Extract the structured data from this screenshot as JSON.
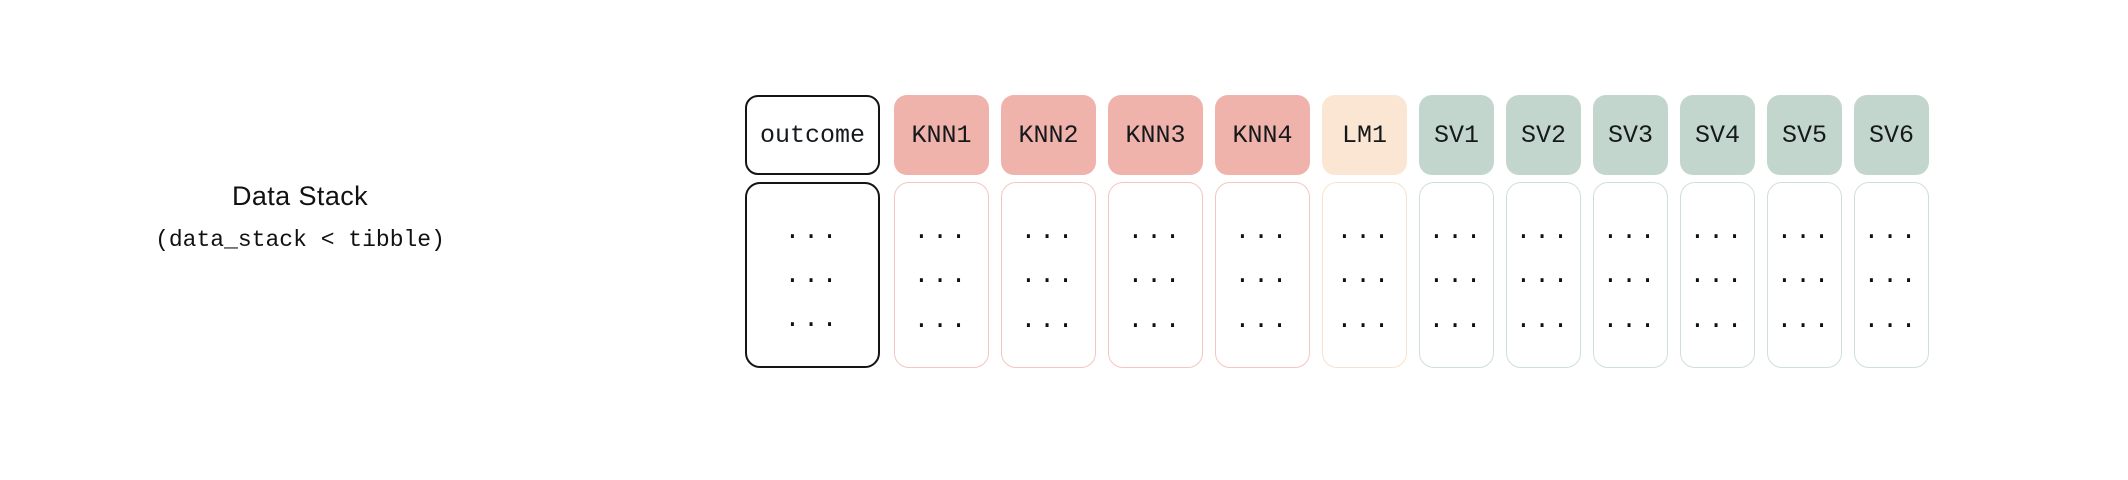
{
  "caption": {
    "title": "Data Stack",
    "subtitle": "(data_stack < tibble)"
  },
  "table": {
    "row_ellipsis": "...",
    "row_count": 3,
    "columns": [
      {
        "label": "outcome",
        "kind": "outcome",
        "fill": "#ffffff",
        "border": "#141414"
      },
      {
        "label": "KNN1",
        "kind": "knn",
        "fill": "#efb3ab",
        "border": "#f4c6bf"
      },
      {
        "label": "KNN2",
        "kind": "knn",
        "fill": "#efb3ab",
        "border": "#f4c6bf"
      },
      {
        "label": "KNN3",
        "kind": "knn",
        "fill": "#efb3ab",
        "border": "#f4c6bf"
      },
      {
        "label": "KNN4",
        "kind": "knn",
        "fill": "#efb3ab",
        "border": "#f4c6bf"
      },
      {
        "label": "LM1",
        "kind": "lm",
        "fill": "#fae6d2",
        "border": "#f8e2cd"
      },
      {
        "label": "SV1",
        "kind": "sv",
        "fill": "#c3d6cd",
        "border": "#cfdfd8"
      },
      {
        "label": "SV2",
        "kind": "sv",
        "fill": "#c3d6cd",
        "border": "#cfdfd8"
      },
      {
        "label": "SV3",
        "kind": "sv",
        "fill": "#c3d6cd",
        "border": "#cfdfd8"
      },
      {
        "label": "SV4",
        "kind": "sv",
        "fill": "#c3d6cd",
        "border": "#cfdfd8"
      },
      {
        "label": "SV5",
        "kind": "sv",
        "fill": "#c3d6cd",
        "border": "#cfdfd8"
      },
      {
        "label": "SV6",
        "kind": "sv",
        "fill": "#c3d6cd",
        "border": "#cfdfd8"
      }
    ]
  }
}
